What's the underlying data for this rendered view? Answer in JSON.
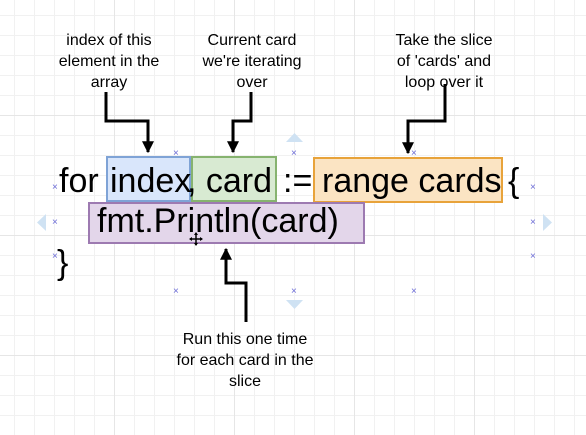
{
  "annotations": {
    "index": [
      "index of this",
      "element in the",
      "array"
    ],
    "card": [
      "Current card",
      "we're iterating",
      "over"
    ],
    "slice": [
      "Take the slice",
      "of 'cards' and",
      "loop over it"
    ],
    "body": [
      "Run this one time",
      "for each card in the",
      "slice"
    ]
  },
  "code": {
    "for": "for",
    "index": "index",
    "comma_card": ", card",
    "assign": ":=",
    "range_cards": "range cards",
    "open_brace": "{",
    "println": "fmt.Println(card)",
    "close_brace": "}"
  },
  "colors": {
    "index_box_fill": "#d9e6fb",
    "index_box_border": "#7fa3d6",
    "card_box_fill": "#d8ead2",
    "card_box_border": "#86b36f",
    "range_box_fill": "#fbe4c3",
    "range_box_border": "#e8a33a",
    "println_box_fill": "#e3d6ea",
    "println_box_border": "#9d7ab1",
    "selection_handles": "#cfe2f3",
    "marker": "#6b6bd6"
  },
  "markers": {
    "x_mark": "×"
  }
}
